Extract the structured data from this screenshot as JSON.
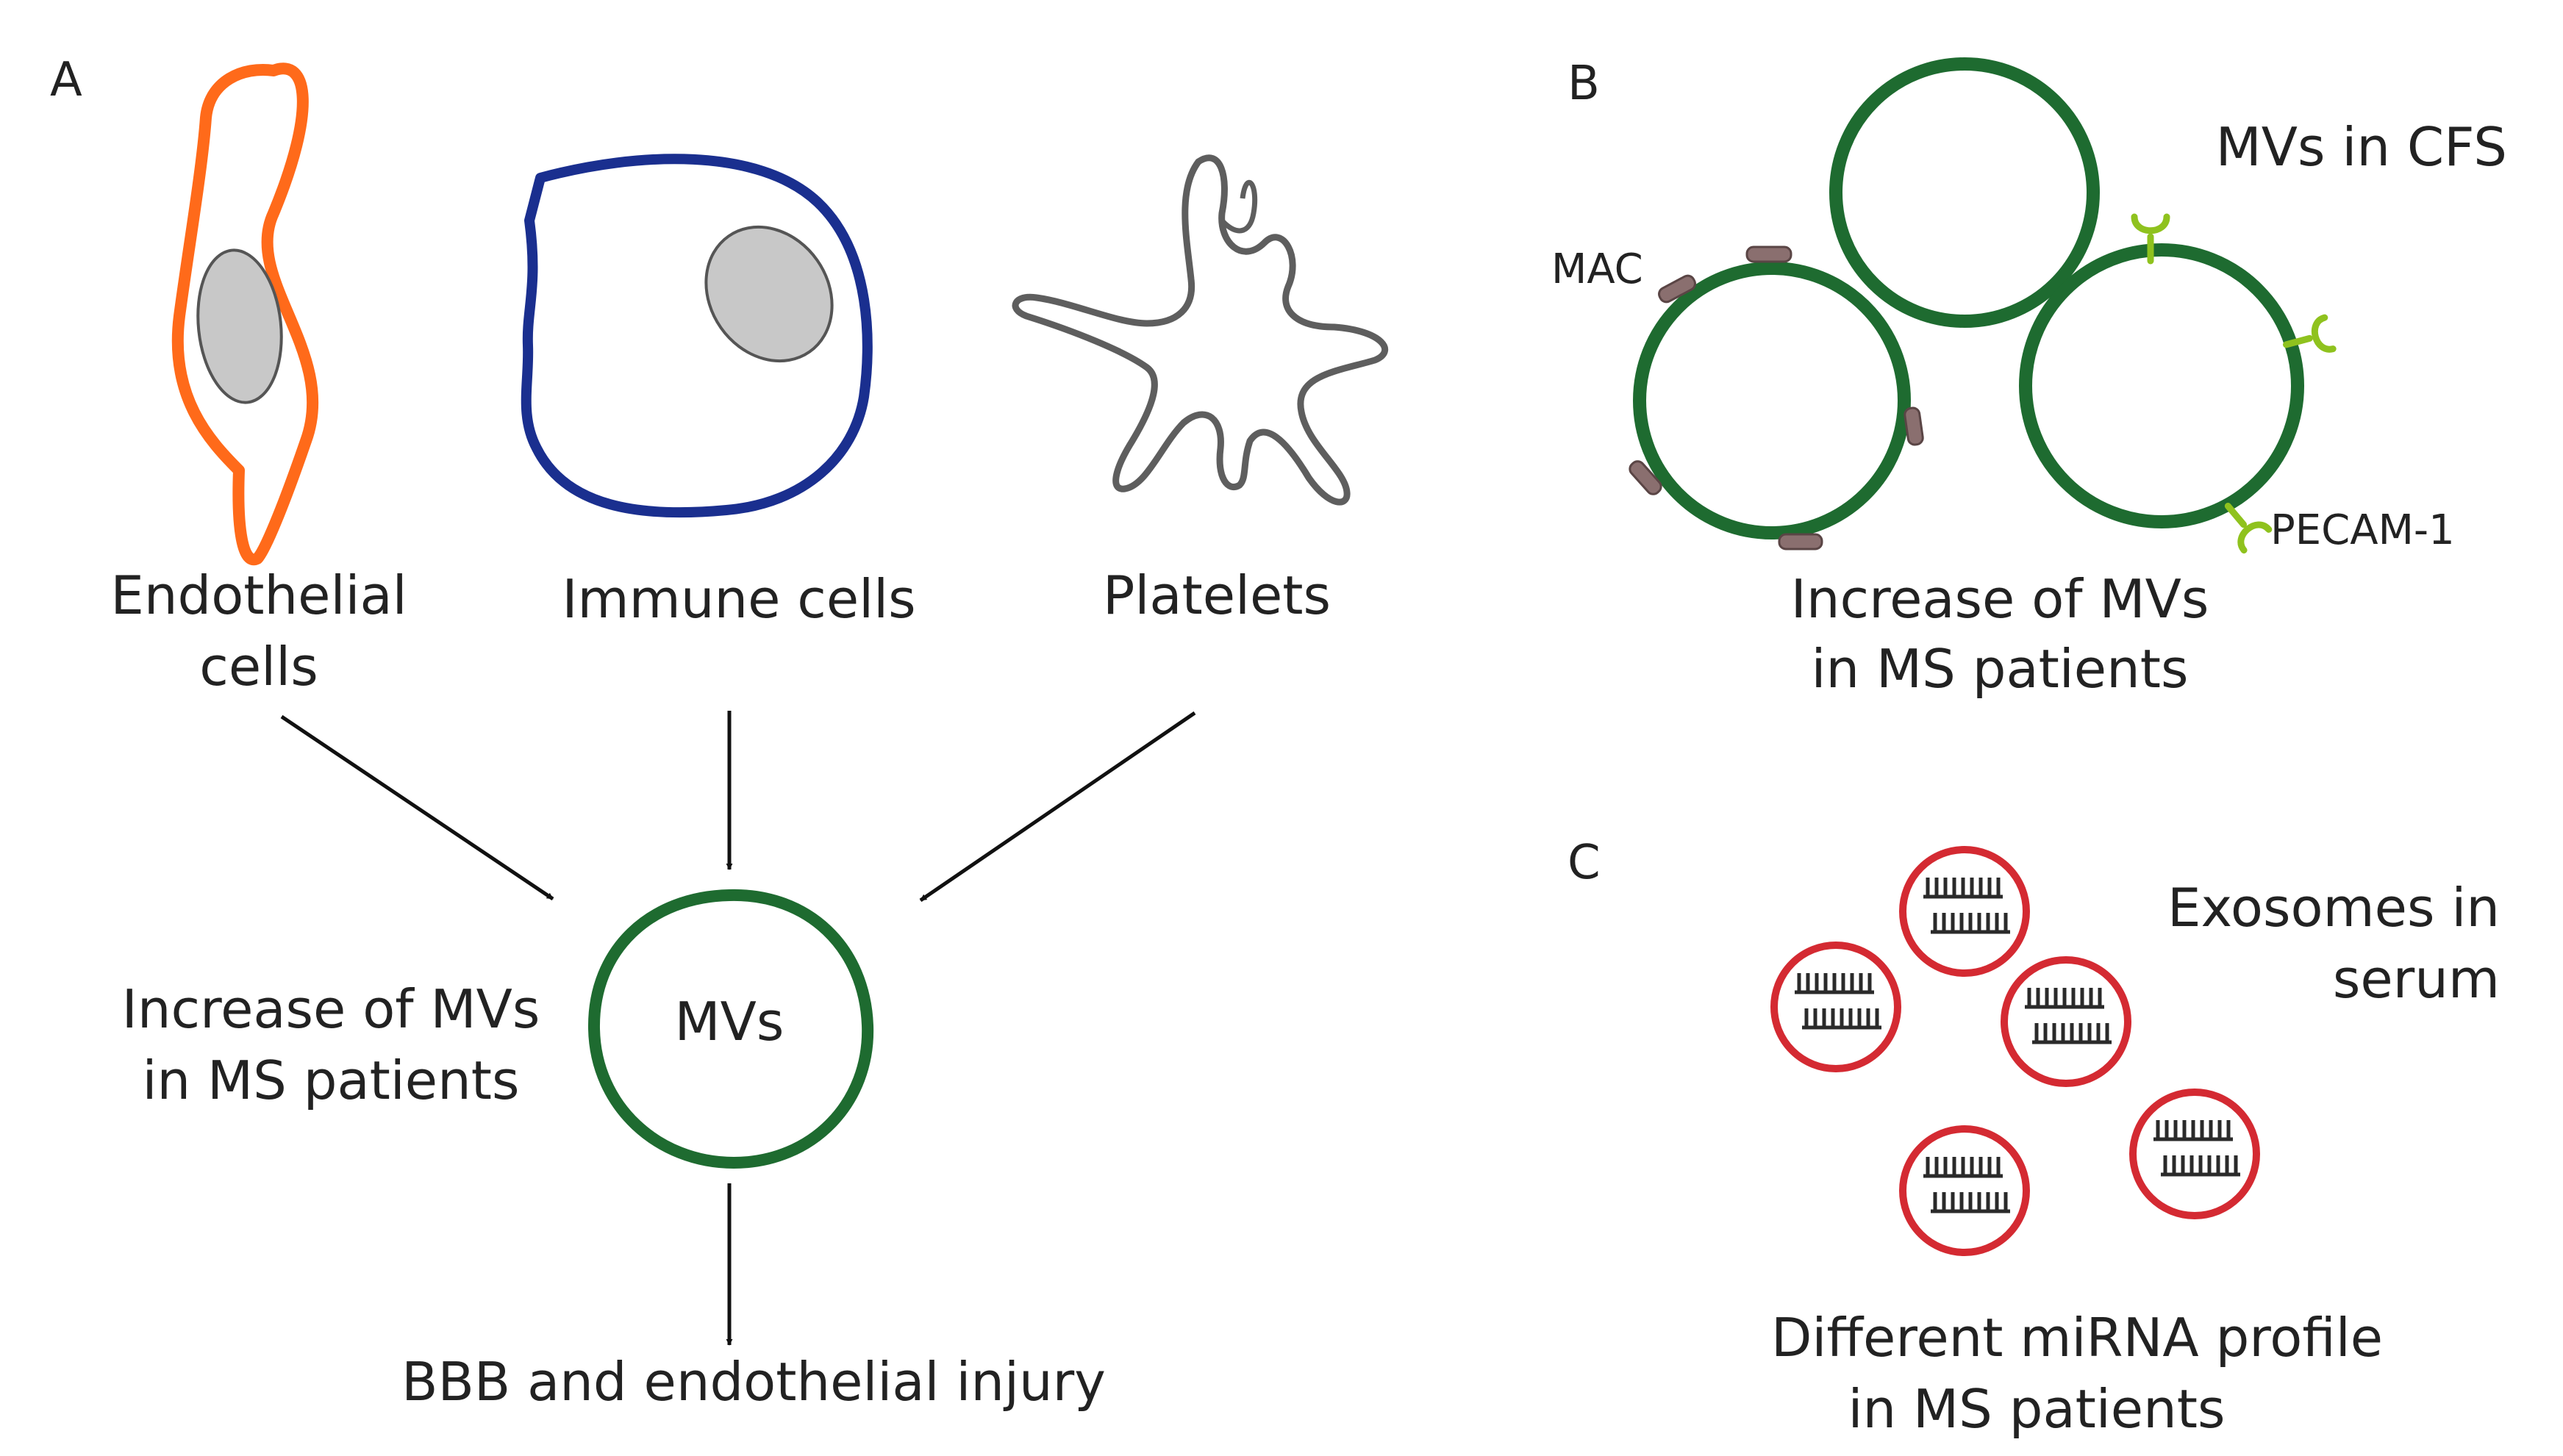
{
  "panels": {
    "a": {
      "letter": "A",
      "sources": {
        "endothelial": [
          "Endothelial",
          "cells"
        ],
        "immune": "Immune cells",
        "platelets": "Platelets"
      },
      "mv_label": "MVs",
      "increase": [
        "Increase of MVs",
        "in MS patients"
      ],
      "outcome": "BBB and endothelial injury"
    },
    "b": {
      "letter": "B",
      "title": "MVs in CFS",
      "mac_label": "MAC",
      "pecam_label": "PECAM-1",
      "caption": [
        "Increase of MVs",
        "in MS patients"
      ]
    },
    "c": {
      "letter": "C",
      "title": [
        "Exosomes in",
        "serum"
      ],
      "caption": [
        "Different miRNA profile",
        "in MS patients"
      ]
    }
  },
  "colors": {
    "endothelial": "#ff6a1a",
    "immune": "#1a2f8f",
    "platelet": "#5e5e5e",
    "nucleus_fill": "#c8c8c8",
    "nucleus_stroke": "#555555",
    "vesicle": "#1e6b30",
    "mac": "#8a6f6f",
    "pecam": "#8fc21e",
    "exosome": "#d42a32",
    "mirna": "#2a2a2a",
    "arrow": "#111111",
    "text": "#222222"
  },
  "icons": {
    "endothelial_cell": "elongated-cell-icon",
    "immune_cell": "round-cell-icon",
    "platelet": "star-platelet-icon",
    "microvesicle": "ring-vesicle-icon",
    "mac": "membrane-attack-complex-icon",
    "pecam": "receptor-y-icon",
    "exosome": "exosome-mirna-icon"
  }
}
